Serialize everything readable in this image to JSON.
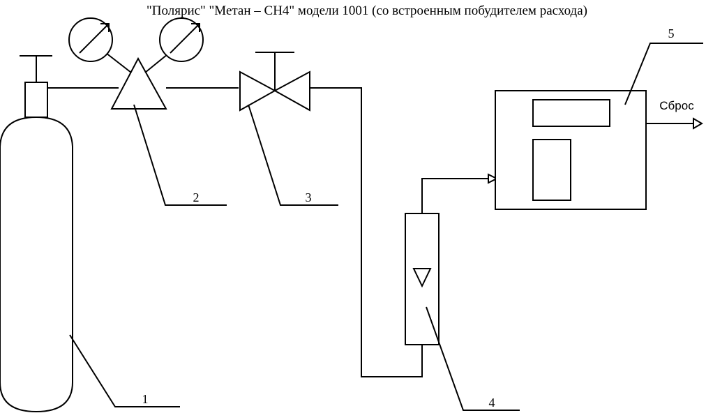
{
  "title": "\"Полярис\" \"Метан – СН4\" модели 1001 (со встроенным побудителем расхода)",
  "labels": {
    "cylinder": "1",
    "regulator": "2",
    "valve": "3",
    "rotameter": "4",
    "analyzer": "5"
  },
  "outlet_label": "Сброс"
}
